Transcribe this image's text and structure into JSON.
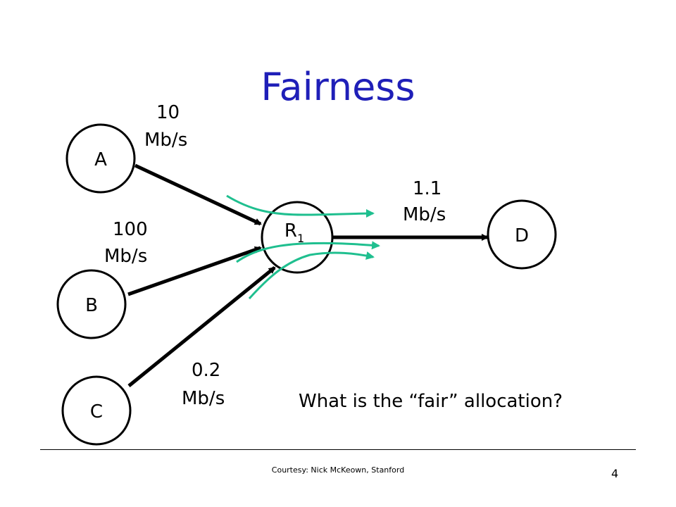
{
  "title": "Fairness",
  "nodes": {
    "a": "A",
    "b": "B",
    "c": "C",
    "d": "D",
    "r1": {
      "base": "R",
      "sub": "1"
    }
  },
  "links": {
    "a_rate": {
      "value": "10",
      "unit": "Mb/s"
    },
    "b_rate": {
      "value": "100",
      "unit": "Mb/s"
    },
    "c_rate": {
      "value": "0.2",
      "unit": "Mb/s"
    },
    "r1_d_rate": {
      "value": "1.1",
      "unit": "Mb/s"
    }
  },
  "question": "What is the “fair” allocation?",
  "footer": {
    "credit": "Courtesy: Nick McKeown, Stanford",
    "page_number": "4"
  },
  "colors": {
    "title": "#1f1fb8",
    "flow": "#1fbf8f",
    "link": "#000000"
  }
}
